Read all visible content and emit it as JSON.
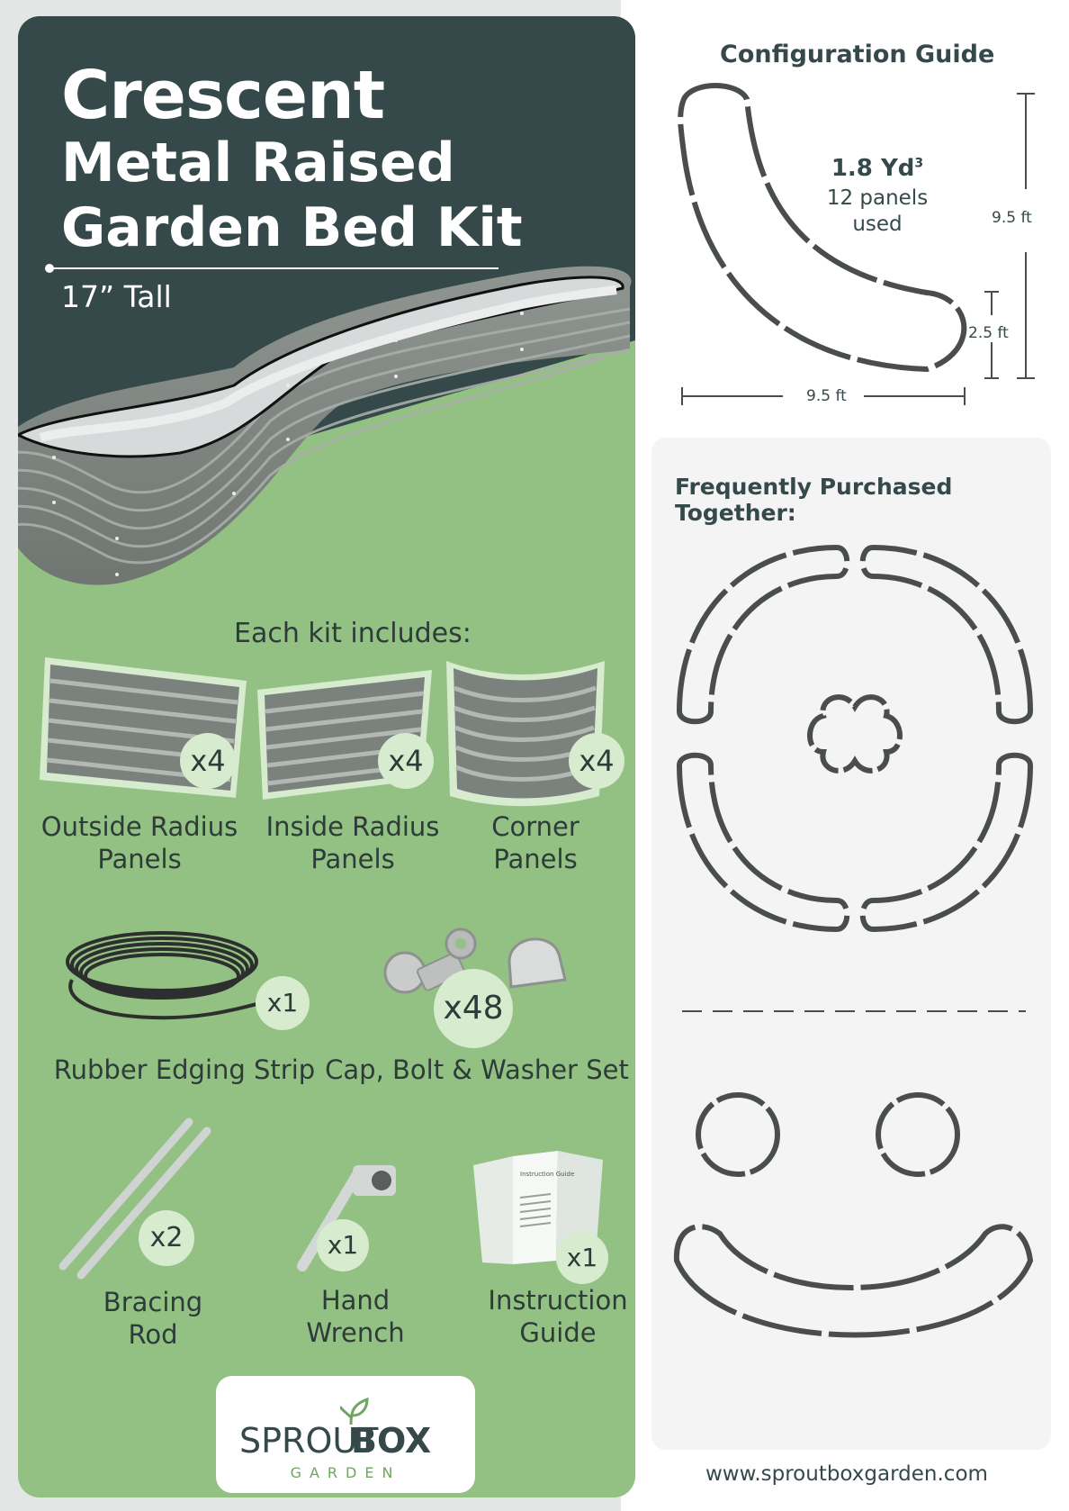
{
  "title": {
    "line1": "Crescent",
    "line2": "Metal Raised",
    "line3": "Garden Bed Kit",
    "subtitle": "17” Tall"
  },
  "kit": {
    "heading": "Each kit includes:",
    "items": [
      {
        "label_l1": "Outside Radius",
        "label_l2": "Panels",
        "count": "x4",
        "icon": "outside-radius-panel-icon"
      },
      {
        "label_l1": "Inside Radius",
        "label_l2": "Panels",
        "count": "x4",
        "icon": "inside-radius-panel-icon"
      },
      {
        "label_l1": "Corner",
        "label_l2": "Panels",
        "count": "x4",
        "icon": "corner-panel-icon"
      },
      {
        "label_l1": "Rubber Edging Strip",
        "label_l2": "",
        "count": "x1",
        "icon": "rubber-edging-icon"
      },
      {
        "label_l1": "Cap, Bolt & Washer Set",
        "label_l2": "",
        "count": "x48",
        "icon": "hardware-icon"
      },
      {
        "label_l1": "Bracing",
        "label_l2": "Rod",
        "count": "x2",
        "icon": "bracing-rod-icon"
      },
      {
        "label_l1": "Hand",
        "label_l2": "Wrench",
        "count": "x1",
        "icon": "wrench-icon"
      },
      {
        "label_l1": "Instruction",
        "label_l2": "Guide",
        "count": "x1",
        "icon": "instruction-guide-icon"
      }
    ],
    "guide_cover_text": "Instruction Guide"
  },
  "logo": {
    "sprout": "SPROUT",
    "box": "BOX",
    "garden": "GARDEN"
  },
  "config": {
    "title": "Configuration Guide",
    "volume": "1.8 Yd",
    "volume_sup": "3",
    "panels_l1": "12 panels",
    "panels_l2": "used",
    "dim_height": "9.5 ft",
    "dim_width": "9.5 ft",
    "dim_end": "2.5 ft"
  },
  "related": {
    "title": "Frequently Purchased Together:"
  },
  "footer": {
    "url": "www.sproutboxgarden.com"
  },
  "colors": {
    "dark_green": "#35494a",
    "light_green": "#93c083",
    "badge": "#d7ebcf",
    "outline_gray": "#4a4d4e"
  }
}
